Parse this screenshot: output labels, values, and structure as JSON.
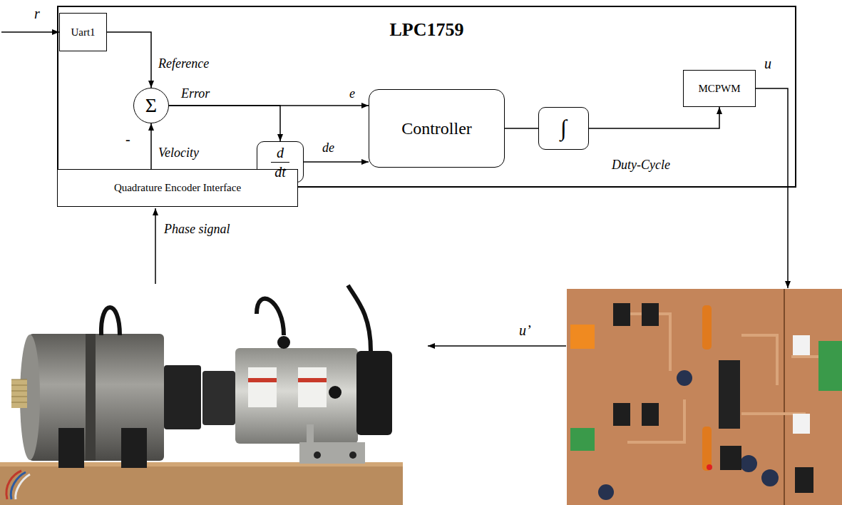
{
  "diagram": {
    "nodes": [
      {
        "text": [
          "LPC1759"
        ]
      },
      {
        "text": [
          "Uart1"
        ],
        "in": 0
      },
      {
        "text": [
          "Σ"
        ],
        "in": 0
      },
      {
        "text": [
          "d",
          "dt"
        ],
        "in": 0
      },
      {
        "text": [
          "Controller"
        ],
        "in": 0
      },
      {
        "text": [
          "∫"
        ],
        "in": 0
      },
      {
        "text": [
          "MCPWM"
        ],
        "in": 0
      },
      {
        "text": [
          "Quadrature Encoder Interface"
        ],
        "in": 0
      }
    ],
    "edges": [
      {
        "from": 1,
        "to": 2,
        "arrow": "to",
        "label": "Reference"
      },
      {
        "from": 7,
        "to": 2,
        "arrow": "to",
        "label": "Velocity"
      },
      {
        "from": 2,
        "to": 4,
        "arrow": "to",
        "label": "Error"
      },
      {
        "from": 2,
        "to": 3,
        "arrow": "to"
      },
      {
        "from": 3,
        "to": 4,
        "arrow": "to",
        "label": "de"
      },
      {
        "from": 4,
        "to": 5,
        "arrow": "none"
      },
      {
        "from": 5,
        "to": 6,
        "arrow": "to"
      }
    ],
    "labels": [
      "r",
      "-",
      "e",
      "Duty-Cycle",
      "u",
      "Phase signal",
      "u’"
    ]
  }
}
